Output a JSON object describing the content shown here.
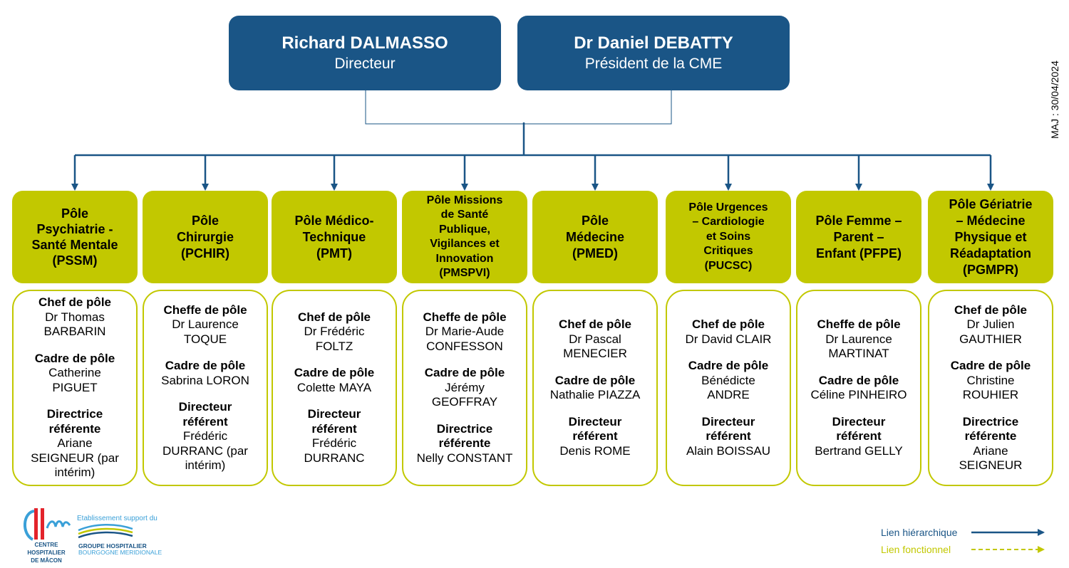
{
  "colors": {
    "navy": "#1a5586",
    "olive": "#c2c800",
    "logo_red": "#e3232b",
    "logo_blue": "#3aa0d8"
  },
  "directors": [
    {
      "name": "Richard DALMASSO",
      "role": "Directeur"
    },
    {
      "name": "Dr Daniel DEBATTY",
      "role": "Président de la CME"
    }
  ],
  "update_note": "MAJ : 30/04/2024",
  "poles": [
    {
      "title_lines": [
        "Pôle",
        "Psychiatrie -",
        "Santé Mentale",
        "(PSSM)"
      ],
      "people": [
        {
          "role": [
            "Chef de pôle"
          ],
          "name": [
            "Dr Thomas",
            "BARBARIN"
          ]
        },
        {
          "role": [
            "Cadre de pôle"
          ],
          "name": [
            "Catherine",
            "PIGUET"
          ]
        },
        {
          "role": [
            "Directrice",
            "référente"
          ],
          "name": [
            "Ariane",
            "SEIGNEUR (par",
            "intérim)"
          ]
        }
      ]
    },
    {
      "title_lines": [
        "Pôle",
        "Chirurgie",
        "(PCHIR)"
      ],
      "people": [
        {
          "role": [
            "Cheffe de pôle"
          ],
          "name": [
            "Dr Laurence",
            "TOQUE"
          ]
        },
        {
          "role": [
            "Cadre de pôle"
          ],
          "name": [
            "Sabrina LORON"
          ]
        },
        {
          "role": [
            "Directeur",
            "référent"
          ],
          "name": [
            "Frédéric",
            "DURRANC (par",
            "intérim)"
          ]
        }
      ]
    },
    {
      "title_lines": [
        "Pôle Médico-",
        "Technique",
        "(PMT)"
      ],
      "people": [
        {
          "role": [
            "Chef de pôle"
          ],
          "name": [
            "Dr Frédéric",
            "FOLTZ"
          ]
        },
        {
          "role": [
            "Cadre de pôle"
          ],
          "name": [
            "Colette MAYA"
          ]
        },
        {
          "role": [
            "Directeur",
            "référent"
          ],
          "name": [
            "Frédéric",
            "DURRANC"
          ]
        }
      ]
    },
    {
      "title_lines": [
        "Pôle Missions",
        "de Santé",
        "Publique,",
        "Vigilances et",
        "Innovation",
        "(PMSPVI)"
      ],
      "people": [
        {
          "role": [
            "Cheffe de pôle"
          ],
          "name": [
            "Dr Marie-Aude",
            "CONFESSON"
          ]
        },
        {
          "role": [
            "Cadre de pôle"
          ],
          "name": [
            "Jérémy",
            "GEOFFRAY"
          ]
        },
        {
          "role": [
            "Directrice",
            "référente"
          ],
          "name": [
            "Nelly CONSTANT"
          ]
        }
      ]
    },
    {
      "title_lines": [
        "Pôle",
        "Médecine",
        "(PMED)"
      ],
      "people": [
        {
          "role": [
            "Chef de pôle"
          ],
          "name": [
            "Dr Pascal",
            "MENECIER"
          ]
        },
        {
          "role": [
            "Cadre de pôle"
          ],
          "name": [
            "Nathalie PIAZZA"
          ]
        },
        {
          "role": [
            "Directeur",
            "référent"
          ],
          "name": [
            "Denis ROME"
          ]
        }
      ]
    },
    {
      "title_lines": [
        "Pôle Urgences",
        "– Cardiologie",
        "et Soins",
        "Critiques",
        "(PUCSC)"
      ],
      "people": [
        {
          "role": [
            "Chef de pôle"
          ],
          "name": [
            "Dr David CLAIR"
          ]
        },
        {
          "role": [
            "Cadre de pôle"
          ],
          "name": [
            "Bénédicte",
            "ANDRE"
          ]
        },
        {
          "role": [
            "Directeur",
            "référent"
          ],
          "name": [
            "Alain BOISSAU"
          ]
        }
      ]
    },
    {
      "title_lines": [
        "Pôle Femme –",
        "Parent –",
        "Enfant (PFPE)"
      ],
      "people": [
        {
          "role": [
            "Cheffe de pôle"
          ],
          "name": [
            "Dr Laurence",
            "MARTINAT"
          ]
        },
        {
          "role": [
            "Cadre de pôle"
          ],
          "name": [
            "Céline PINHEIRO"
          ]
        },
        {
          "role": [
            "Directeur",
            "référent"
          ],
          "name": [
            "Bertrand GELLY"
          ]
        }
      ]
    },
    {
      "title_lines": [
        "Pôle Gériatrie",
        "– Médecine",
        "Physique et",
        "Réadaptation",
        "(PGMPR)"
      ],
      "people": [
        {
          "role": [
            "Chef de pôle"
          ],
          "name": [
            "Dr Julien",
            "GAUTHIER"
          ]
        },
        {
          "role": [
            "Cadre de pôle"
          ],
          "name": [
            "Christine",
            "ROUHIER"
          ]
        },
        {
          "role": [
            "Directrice",
            "référente"
          ],
          "name": [
            "Ariane",
            "SEIGNEUR"
          ]
        }
      ]
    }
  ],
  "legend": {
    "hierarchical": "Lien hiérarchique",
    "functional": "Lien fonctionnel"
  },
  "logos": {
    "chm_lines": [
      "CENTRE HOSPITALIER",
      "DE MÂCON"
    ],
    "support_text": "Etablissement support du",
    "gh_lines": [
      "GROUPE HOSPITALIER",
      "BOURGOGNE MERIDIONALE"
    ]
  }
}
